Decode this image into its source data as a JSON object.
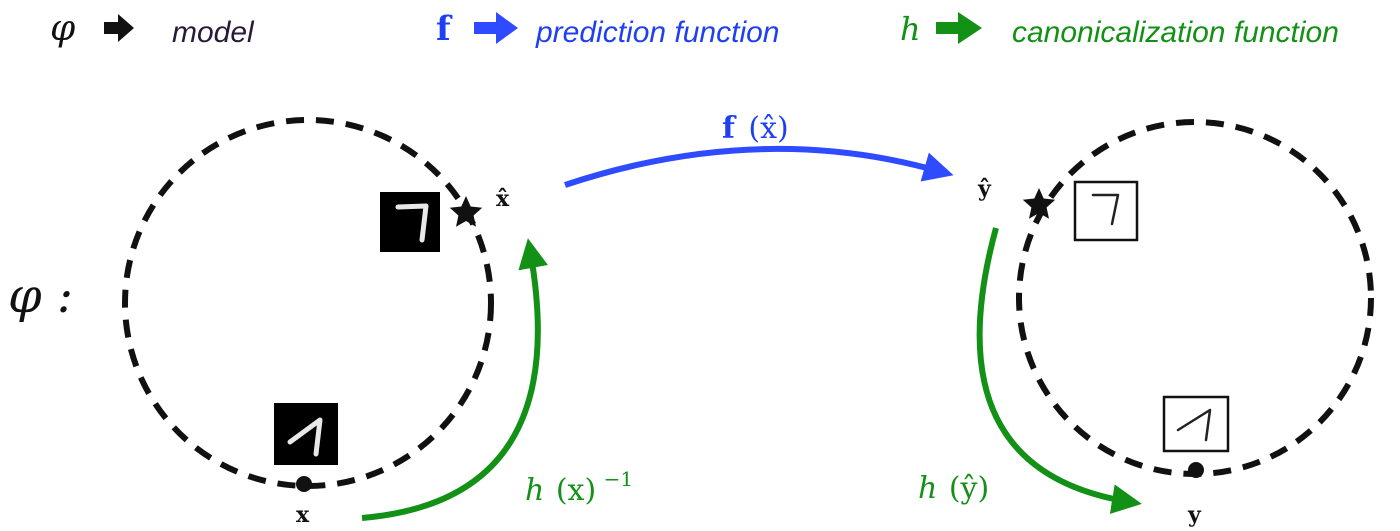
{
  "legend": [
    {
      "symbol": "φ",
      "label": "model",
      "color": "#2a1a3a",
      "arrow_color": "#111111"
    },
    {
      "symbol": "f",
      "label": "prediction function",
      "color": "#1f3ff5",
      "arrow_color": "#2f4bff"
    },
    {
      "symbol": "h",
      "label": "canonicalization function",
      "color": "#139016",
      "arrow_color": "#139016"
    }
  ],
  "model_label": "φ :",
  "points": {
    "x_hat": "x̂",
    "y_hat": "ŷ",
    "x": "x",
    "y": "y"
  },
  "arrows": {
    "prediction": {
      "func": "f",
      "arg": "(x̂)"
    },
    "canon_inverse": {
      "func": "h",
      "arg": "(x)",
      "sup": "−1"
    },
    "canon_output": {
      "func": "h",
      "arg": "(ŷ)"
    }
  },
  "colors": {
    "blue": "#2f4bff",
    "green": "#139016",
    "dashed_orbit": "#111111"
  },
  "icons": {
    "canonical_input_digit": "digit-seven-upright-dark",
    "original_input_digit": "digit-seven-rotated-dark",
    "canonical_output_digit": "digit-seven-upright-light",
    "original_output_digit": "digit-seven-rotated-light",
    "canonical_marker": "star-icon"
  }
}
